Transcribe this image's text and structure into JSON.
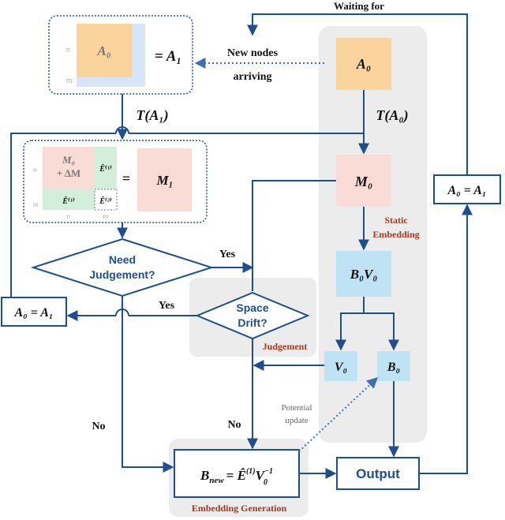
{
  "top": {
    "waiting_for": "Waiting for",
    "new_nodes_line1": "New nodes",
    "new_nodes_line2": "arriving"
  },
  "box_a1": {
    "dim_n": "n",
    "dim_m": "m",
    "a0_label": "A₀",
    "eq_label": "= A₁"
  },
  "transform": {
    "left": "T(A₁)",
    "right": "T(A₀)"
  },
  "box_m1": {
    "m0_line1": "M₀",
    "m0_line2": "+ ΔM",
    "e1_top": "Ê⁽¹⁾",
    "e1_bottom": "Ê⁽¹⁾",
    "e2": "Ê⁽²⁾",
    "eq": "=",
    "m1_label": "M₁",
    "dim_n_left": "n",
    "dim_m_left": "m",
    "dim_n_bottom": "n",
    "dim_m_bottom": "m"
  },
  "decisions": {
    "need_line1": "Need",
    "need_line2": "Judgement?",
    "space_line1": "Space",
    "space_line2": "Drift?",
    "yes_top": "Yes",
    "yes_left": "Yes",
    "no_left": "No",
    "no_center": "No",
    "judgement_label": "Judgement"
  },
  "static_column": {
    "a0": "A₀",
    "m0": "M₀",
    "static_line1": "Static",
    "static_line2": "Embedding",
    "b0v0": "B₀V₀",
    "v0": "V₀",
    "b0": "B₀"
  },
  "assign": {
    "right": "A₀ = A₁",
    "left": "A₀ = A₁"
  },
  "generation": {
    "formula": "B_new = Ê⁽¹⁾V₀⁻¹",
    "b": "B",
    "sub_new": "new",
    "eq_e": "= Ê",
    "sup_1": "(1)",
    "v": "V",
    "sup_minus1": "−1",
    "sub_0": "0",
    "label": "Embedding Generation",
    "potential_line1": "Potential",
    "potential_line2": "update"
  },
  "output": {
    "label": "Output"
  },
  "colors": {
    "navy": "#1f4e8c",
    "orange_fill": "#fbd39c",
    "pink_fill": "#f9dcd6",
    "blue_light": "#d6e6f8",
    "cyan_fill": "#bfe3f5",
    "green_fill": "#d4eedc",
    "gray_panel": "#ececec",
    "red_label": "#a33a1c"
  }
}
